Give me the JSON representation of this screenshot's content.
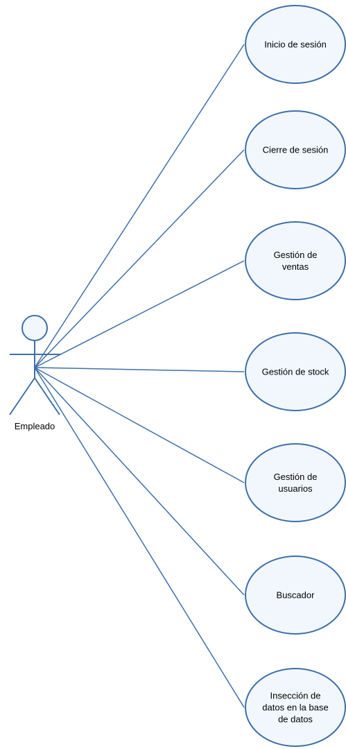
{
  "actor": {
    "name": "Empleado"
  },
  "use_cases": [
    {
      "id": "login",
      "lines": [
        "Inicio de sesión"
      ]
    },
    {
      "id": "logout",
      "lines": [
        "Cierre de sesión"
      ]
    },
    {
      "id": "sales",
      "lines": [
        "Gestión de",
        "ventas"
      ]
    },
    {
      "id": "stock",
      "lines": [
        "Gestión de stock"
      ]
    },
    {
      "id": "users",
      "lines": [
        "Gestión de",
        "usuarios"
      ]
    },
    {
      "id": "search",
      "lines": [
        "Buscador"
      ]
    },
    {
      "id": "db-inspection",
      "lines": [
        "Insección de",
        "datos en la base",
        "de datos"
      ]
    }
  ],
  "colors": {
    "stroke": "#3d6fa8",
    "fill": "#f2f7fd",
    "text": "#000000"
  }
}
